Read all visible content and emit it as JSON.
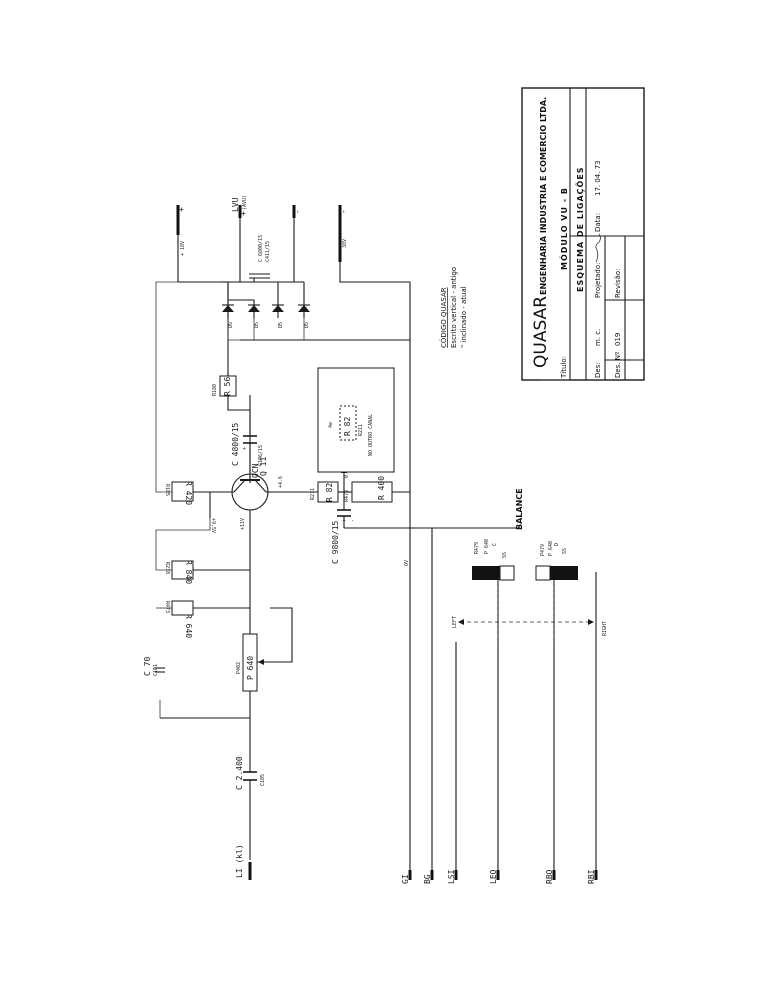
{
  "title_block": {
    "company": "QUASAR",
    "company_full": "ENGENHARIA INDUSTRIA E COMERCIO LTDA.",
    "titulo_label": "Título:",
    "titulo_line1": "MÓDULO VU - B",
    "titulo_line2": "ESQUEMA DE LIGAÇÕES",
    "des_label": "Des:",
    "des_value": "m. c.",
    "projetado_label": "Projetado:",
    "data_label": "Data:",
    "data_value": "17. 04. 73",
    "desn_label": "Des. Nº",
    "desn_value": "019",
    "revisao_label": "Revisão:"
  },
  "legend": {
    "title": "CÓDIGO QUASAR",
    "line1": "Escrito vertical - antigo",
    "line2": "\" inclinado - atual"
  },
  "terminals": {
    "li": "LI (kl)",
    "gi": "GI",
    "bg": "BG",
    "lsi": "LSI",
    "leo": "LEO",
    "rbo": "RBO",
    "rbi": "RBI",
    "plus_top": "+",
    "plus_lvu": "+",
    "minus_lvu": "-",
    "minus_bot": "-",
    "lvu": "LVU",
    "avu": "(AVU)",
    "v18": "+ 18V",
    "v38": "38V"
  },
  "components": {
    "c2400": "C 2.400",
    "c2400_code": "C105",
    "c70": "C 70",
    "c70_code": "C101",
    "p640": "P 640",
    "p640_code": "P402",
    "r640": "R 640",
    "r640_code": "R473",
    "r840": "R 840",
    "r840_code": "R238",
    "r420": "R 420",
    "r420_code": "R105",
    "q11": "Q 11",
    "q11_sub": "OCN",
    "c4800": "C 4800/15",
    "c4800_code": "C106/15",
    "r56": "R 56",
    "r56_code": "R180",
    "r82": "R 82",
    "r82_code": "R211",
    "r400": "R 400",
    "r400_code": "R478",
    "c9800": "C 9800/15",
    "c6800": "C 6800/15",
    "c6800_code": "C411/15",
    "d5": "D5",
    "inner_r82": "R 82",
    "inner_r82_code": "R211",
    "inner_note": "NO OUTRO CANAL",
    "inner_top": "4e",
    "p640c": "P 640",
    "p640c_sub": "C",
    "p640c_code": "R479",
    "p640c_ss": "SS",
    "p640d": "P 640",
    "p640d_sub": "D",
    "p640d_code": "P479",
    "p640d_ss": "SS"
  },
  "nodes": {
    "v46": "+4.6",
    "v11": "+11V",
    "v05": "0.5",
    "v95": "+9.5V",
    "v6": "+ 6V",
    "ov": "OV",
    "plus_small": "+",
    "minus_small": "-"
  },
  "labels": {
    "balance": "BALANCE",
    "left": "LEFT",
    "right": "RIGHT"
  }
}
